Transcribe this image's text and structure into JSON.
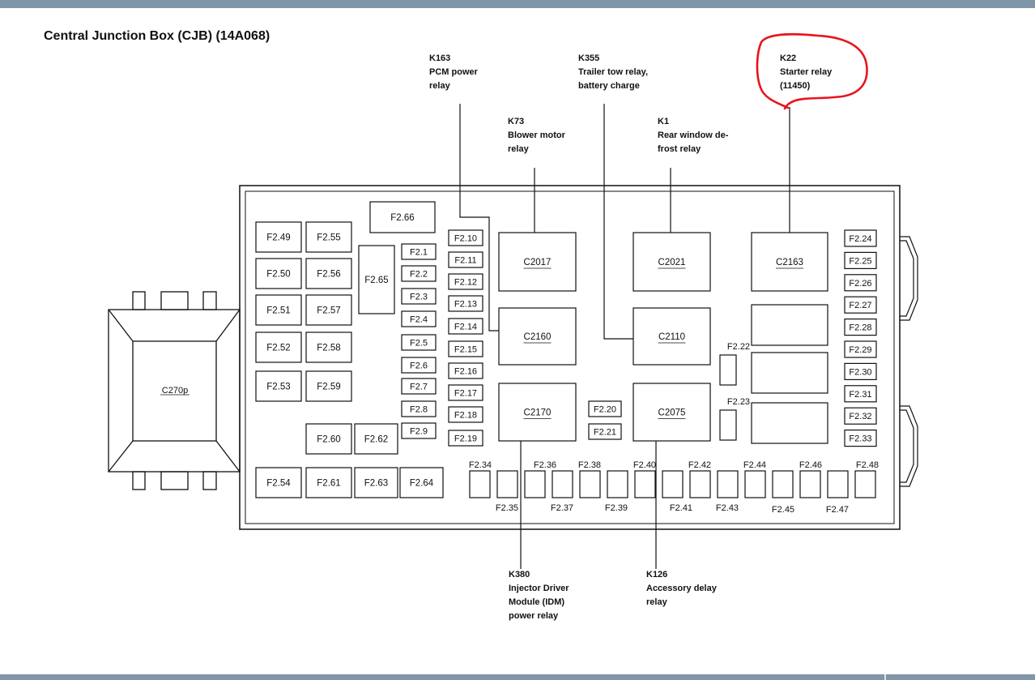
{
  "title": "Central Junction Box (CJB) (14A068)",
  "connector": "C270p",
  "fuses_left": [
    "F2.49",
    "F2.50",
    "F2.51",
    "F2.52",
    "F2.53",
    "F2.54",
    "F2.55",
    "F2.56",
    "F2.57",
    "F2.58",
    "F2.59",
    "F2.60",
    "F2.61",
    "F2.62",
    "F2.63",
    "F2.64",
    "F2.65",
    "F2.66"
  ],
  "fuses_small": [
    "F2.1",
    "F2.2",
    "F2.3",
    "F2.4",
    "F2.5",
    "F2.6",
    "F2.7",
    "F2.8",
    "F2.9",
    "F2.10",
    "F2.11",
    "F2.12",
    "F2.13",
    "F2.14",
    "F2.15",
    "F2.16",
    "F2.17",
    "F2.18",
    "F2.19",
    "F2.20",
    "F2.21"
  ],
  "fuses_right": [
    "F2.24",
    "F2.25",
    "F2.26",
    "F2.27",
    "F2.28",
    "F2.29",
    "F2.30",
    "F2.31",
    "F2.32",
    "F2.33"
  ],
  "fuse_labels": {
    "f2_22": "F2.22",
    "f2_23": "F2.23",
    "f2_34": "F2.34",
    "f2_35": "F2.35",
    "f2_36": "F2.36",
    "f2_37": "F2.37",
    "f2_38": "F2.38",
    "f2_39": "F2.39",
    "f2_40": "F2.40",
    "f2_41": "F2.41",
    "f2_42": "F2.42",
    "f2_43": "F2.43",
    "f2_44": "F2.44",
    "f2_45": "F2.45",
    "f2_46": "F2.46",
    "f2_47": "F2.47",
    "f2_48": "F2.48"
  },
  "relays": {
    "c2017": "C2017",
    "c2021": "C2021",
    "c2163": "C2163",
    "c2160": "C2160",
    "c2110": "C2110",
    "c2170": "C2170",
    "c2075": "C2075"
  },
  "callouts": {
    "k163": [
      "K163",
      "PCM power",
      "relay"
    ],
    "k355": [
      "K355",
      "Trailer tow relay,",
      "battery charge"
    ],
    "k22": [
      "K22",
      "Starter relay",
      "(11450)"
    ],
    "k73": [
      "K73",
      "Blower motor",
      "relay"
    ],
    "k1": [
      "K1",
      "Rear window de-",
      "frost relay"
    ],
    "k380": [
      "K380",
      "Injector Driver",
      "Module (IDM)",
      "power relay"
    ],
    "k126": [
      "K126",
      "Accessory delay",
      "relay"
    ]
  },
  "highlight_color": "#e8141c",
  "line_color": "#111111"
}
